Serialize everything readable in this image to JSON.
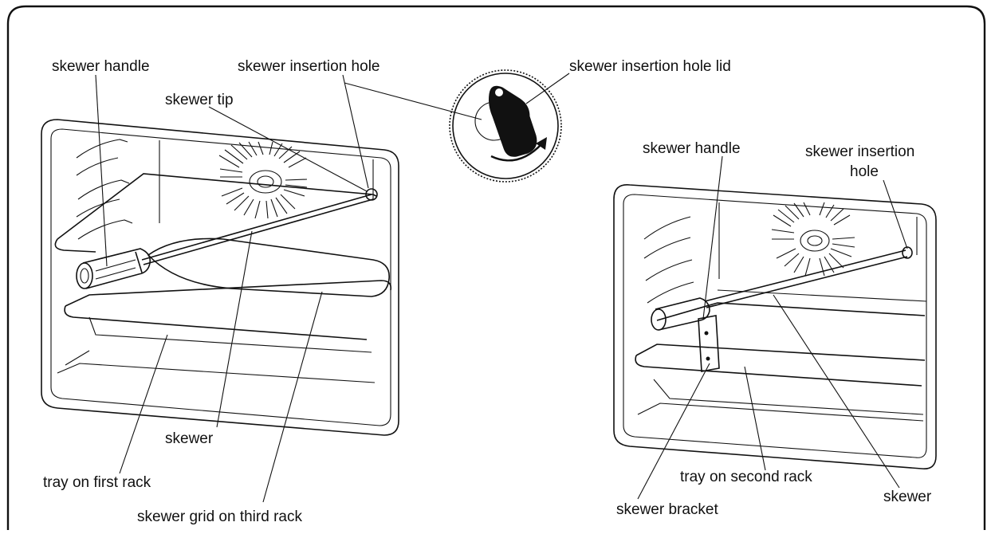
{
  "labels": {
    "left": {
      "skewer_handle": "skewer handle",
      "skewer_insertion_hole": "skewer insertion hole",
      "skewer_tip": "skewer tip",
      "skewer": "skewer",
      "tray_on_first_rack": "tray on first rack",
      "skewer_grid_on_third_rack": "skewer grid on third rack"
    },
    "inset": {
      "skewer_insertion_hole_lid": "skewer insertion hole lid"
    },
    "right": {
      "skewer_handle": "skewer handle",
      "skewer_insertion_hole_line1": "skewer insertion",
      "skewer_insertion_hole_line2": "hole",
      "tray_on_second_rack": "tray on second rack",
      "skewer": "skewer",
      "skewer_bracket": "skewer bracket"
    }
  }
}
